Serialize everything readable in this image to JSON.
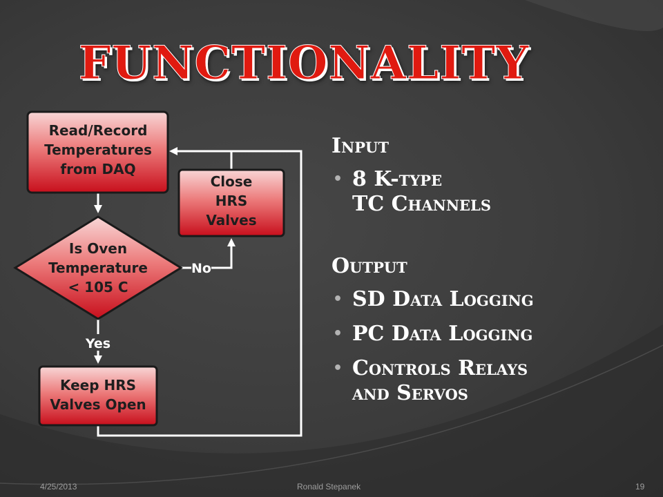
{
  "slide": {
    "title": "FUNCTIONALITY",
    "colors": {
      "accent": "#e01a10",
      "box_fill_top": "#f6c9c9",
      "box_fill_bottom": "#cf1020",
      "background": "#3a3a3a"
    }
  },
  "flowchart": {
    "nodes": {
      "read": {
        "lines": [
          "Read/Record",
          "Temperatures",
          "from DAQ"
        ]
      },
      "decision": {
        "lines": [
          "Is Oven",
          "Temperature",
          "< 105 C"
        ]
      },
      "close": {
        "lines": [
          "Close",
          "HRS",
          "Valves"
        ]
      },
      "keep": {
        "lines": [
          "Keep HRS",
          "Valves Open"
        ]
      }
    },
    "edges": {
      "no_label": "No",
      "yes_label": "Yes"
    }
  },
  "panel": {
    "input_heading": "Input",
    "input_items": [
      "8 K-type",
      "TC Channels"
    ],
    "output_heading": "Output",
    "output_items": [
      "SD Data Logging",
      "PC Data Logging",
      "Controls Relays",
      "and Servos"
    ]
  },
  "footer": {
    "date": "4/25/2013",
    "author": "Ronald  Stepanek",
    "page": "19"
  }
}
